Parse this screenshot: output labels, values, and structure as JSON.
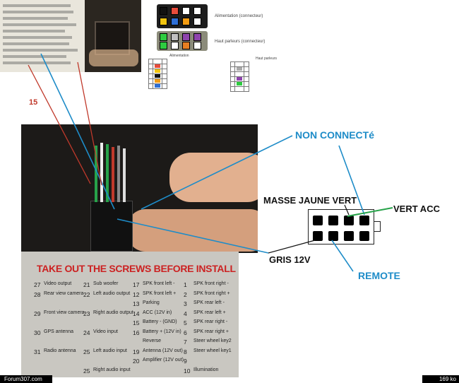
{
  "annotations": {
    "non_connecte": "NON CONNECTé",
    "masse_jaune_vert": "MASSE JAUNE VERT",
    "vert_acc": "VERT ACC",
    "gris_12v": "GRIS 12V",
    "remote": "REMOTE",
    "wire_number": "15"
  },
  "legend": {
    "alimentation": "Alimentation (connecteur)",
    "haut_parleurs": "Haut parleurs (connecteur)"
  },
  "tables": {
    "alimentation_title": "Alimentation",
    "haut_parleurs_title": "Haut parleurs"
  },
  "sticker": {
    "title": "TAKE OUT THE SCREWS BEFORE INSTALL",
    "rows": [
      {
        "n1": "27",
        "l1": "Video output",
        "n2": "21",
        "l2": "Sub woofer",
        "n3": "17",
        "l3": "SPK front left -",
        "n4": "1",
        "l4": "SPK front right -"
      },
      {
        "n1": "28",
        "l1": "Rear view camera",
        "n2": "22",
        "l2": "Left audio output",
        "n3": "12",
        "l3": "SPK front left +",
        "n4": "2",
        "l4": "SPK front right +"
      },
      {
        "n1": "",
        "l1": "",
        "n2": "",
        "l2": "",
        "n3": "13",
        "l3": "Parking",
        "n4": "3",
        "l4": "SPK rear left -"
      },
      {
        "n1": "29",
        "l1": "Front view camera",
        "n2": "23",
        "l2": "Right audio output",
        "n3": "14",
        "l3": "ACC (12V in)",
        "n4": "4",
        "l4": "SPK rear left +"
      },
      {
        "n1": "",
        "l1": "",
        "n2": "",
        "l2": "",
        "n3": "15",
        "l3": "Battery - (GND)",
        "n4": "5",
        "l4": "SPK rear right -"
      },
      {
        "n1": "30",
        "l1": "GPS antenna",
        "n2": "24",
        "l2": "Video input",
        "n3": "16",
        "l3": "Battery + (12V in)",
        "n4": "6",
        "l4": "SPK rear right +"
      },
      {
        "n1": "",
        "l1": "",
        "n2": "",
        "l2": "",
        "n3": "",
        "l3": "Reverse",
        "n4": "7",
        "l4": "Steer wheel key2"
      },
      {
        "n1": "31",
        "l1": "Radio antenna",
        "n2": "25",
        "l2": "Left audio input",
        "n3": "19",
        "l3": "Antenna (12V out)",
        "n4": "8",
        "l4": "Steer wheel key1"
      },
      {
        "n1": "",
        "l1": "",
        "n2": "",
        "l2": "",
        "n3": "20",
        "l3": "Amplifier (12V out)",
        "n4": "9",
        "l4": ""
      },
      {
        "n1": "",
        "l1": "",
        "n2": "25",
        "l2": "Right audio input",
        "n3": "",
        "l3": "",
        "n4": "10",
        "l4": "Illumination"
      }
    ]
  },
  "footer": {
    "site": "Forum307.com",
    "size": "169 ko"
  },
  "colors": {
    "blue_annotation": "#1e8cc8",
    "red_wire": "#c0392b",
    "green_wire": "#27a34a",
    "sticker_red": "#cc2222"
  }
}
